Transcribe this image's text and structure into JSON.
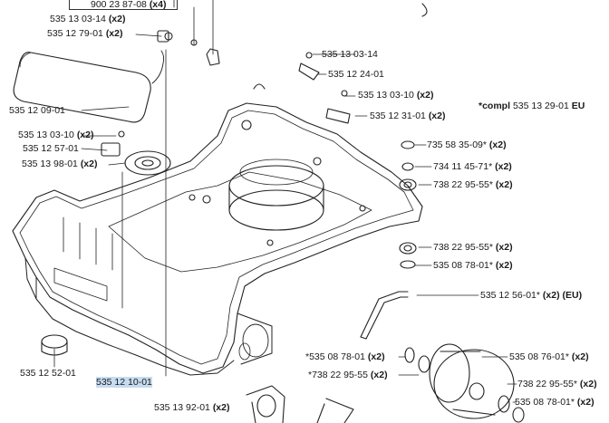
{
  "callouts": {
    "top_partial": {
      "part": "900 23 87-08",
      "qty": "(x4)"
    },
    "screw_top": {
      "part": "535 13 03-14",
      "qty": "(x2)"
    },
    "cap_top": {
      "part": "535 12 79-01",
      "qty": "(x2)"
    },
    "battery": {
      "part": "535 12 09-01"
    },
    "screw_a": {
      "part": "535 13 03-10",
      "qty": "(x2)"
    },
    "conn_a": {
      "part": "535 12 57-01"
    },
    "speaker": {
      "part": "535 13 98-01",
      "qty": "(x2)"
    },
    "screw_b": {
      "part": "535 13 03-14"
    },
    "clip_b": {
      "part": "535 12 24-01"
    },
    "screw_c": {
      "part": "535 13 03-10",
      "qty": "(x2)"
    },
    "bracket_c": {
      "part": "535 12 31-01",
      "qty": "(x2)"
    },
    "compl": {
      "prefix": "*compl",
      "part": "535 13 29-01",
      "suffix": "EU"
    },
    "r1": {
      "part": "735 58 35-09*",
      "qty": "(x2)"
    },
    "r2": {
      "part": "734 11 45-71*",
      "qty": "(x2)"
    },
    "r3": {
      "part": "738 22 95-55*",
      "qty": "(x2)"
    },
    "r4": {
      "part": "738 22 95-55*",
      "qty": "(x2)"
    },
    "r5": {
      "part": "535 08 78-01*",
      "qty": "(x2)"
    },
    "axle": {
      "part": "535 12 56-01*",
      "qty": "(x2)",
      "suffix": "(EU)"
    },
    "w_left1": {
      "part": "*535 08 78-01",
      "qty": "(x2)"
    },
    "w_left2": {
      "part": "*738 22 95-55",
      "qty": "(x2)"
    },
    "wheel": {
      "part": "535 08 76-01*",
      "qty": "(x2)"
    },
    "w_right1": {
      "part": "738 22 95-55*",
      "qty": "(x2)"
    },
    "w_right2": {
      "part": "535 08 78-01*",
      "qty": "(x2)"
    },
    "seal": {
      "part": "535 12 52-01"
    },
    "chassis": {
      "part": "535 12 10-01"
    },
    "bottom": {
      "part": "535 13 92-01",
      "qty": "(x2)"
    }
  },
  "colors": {
    "highlight": "#c6dcf0",
    "ink": "#1a1a1a"
  }
}
